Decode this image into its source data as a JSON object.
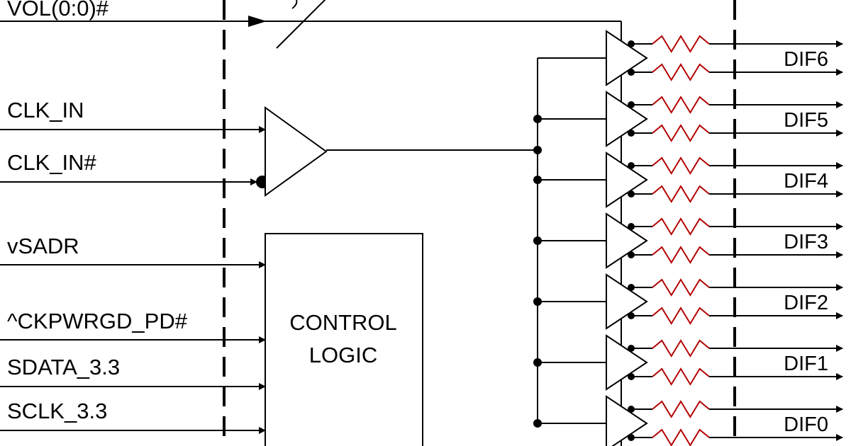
{
  "inputs": {
    "vol": "VOL(0:0)#",
    "clk_in": "CLK_IN",
    "clk_in_n": "CLK_IN#",
    "vsadr": "vSADR",
    "ckpwrgd": "^CKPWRGD_PD#",
    "sdata": "SDATA_3.3",
    "sclk": "SCLK_3.3"
  },
  "control_logic": {
    "line1": "CONTROL",
    "line2": "LOGIC"
  },
  "outputs": [
    "DIF6",
    "DIF5",
    "DIF4",
    "DIF3",
    "DIF2",
    "DIF1",
    "DIF0"
  ],
  "colors": {
    "line": "#000000",
    "resistor": "#b30000",
    "background": "#ffffff"
  }
}
